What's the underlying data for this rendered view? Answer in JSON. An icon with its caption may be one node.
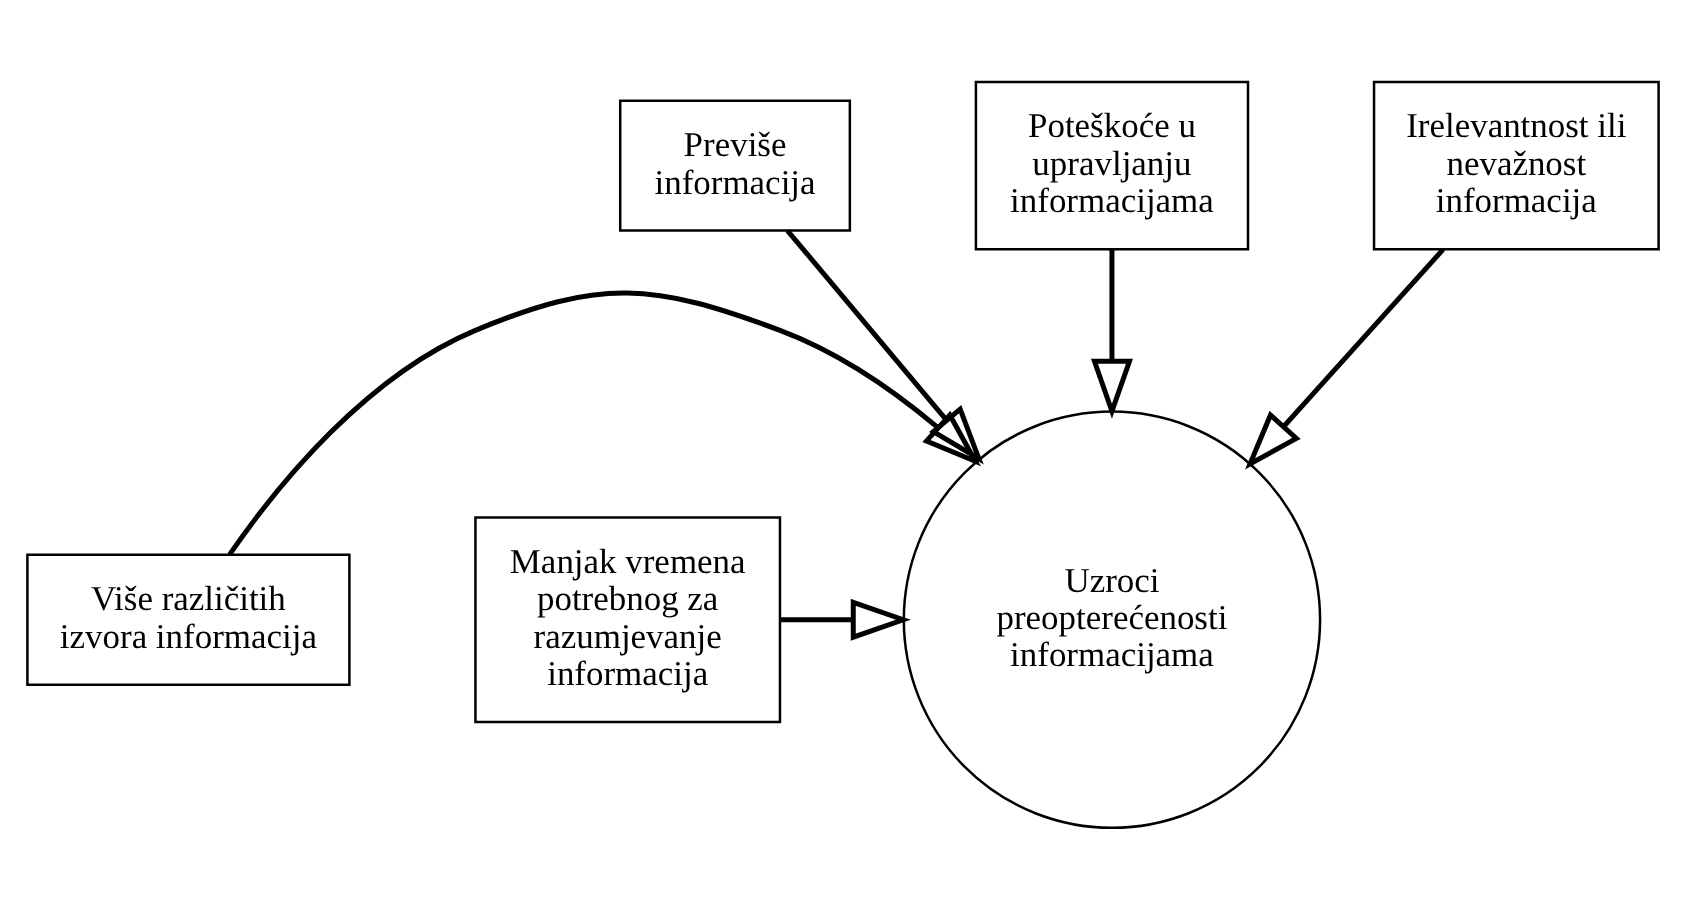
{
  "diagram": {
    "nodes": [
      {
        "text": [
          "Poteškoće u upravljanju informacijama"
        ]
      },
      {
        "text": [
          "Previše informacija"
        ]
      },
      {
        "text": [
          "Irelevantnost ili nevažnost informacija"
        ]
      },
      {
        "text": [
          "Više različitih izvora informacija"
        ]
      },
      {
        "text": [
          "Uzroci preopterećenosti informacijama"
        ]
      },
      {
        "text": [
          "Manjak vremena potrebnog za razumjevanje informacija"
        ]
      }
    ],
    "edges": [
      {
        "from": 1,
        "to": 4,
        "arrow": "to"
      },
      {
        "from": 0,
        "to": 4,
        "arrow": "to"
      },
      {
        "from": 2,
        "to": 4,
        "arrow": "to"
      },
      {
        "from": 3,
        "to": 4,
        "arrow": "to"
      },
      {
        "from": 5,
        "to": 4,
        "arrow": "to"
      }
    ]
  }
}
